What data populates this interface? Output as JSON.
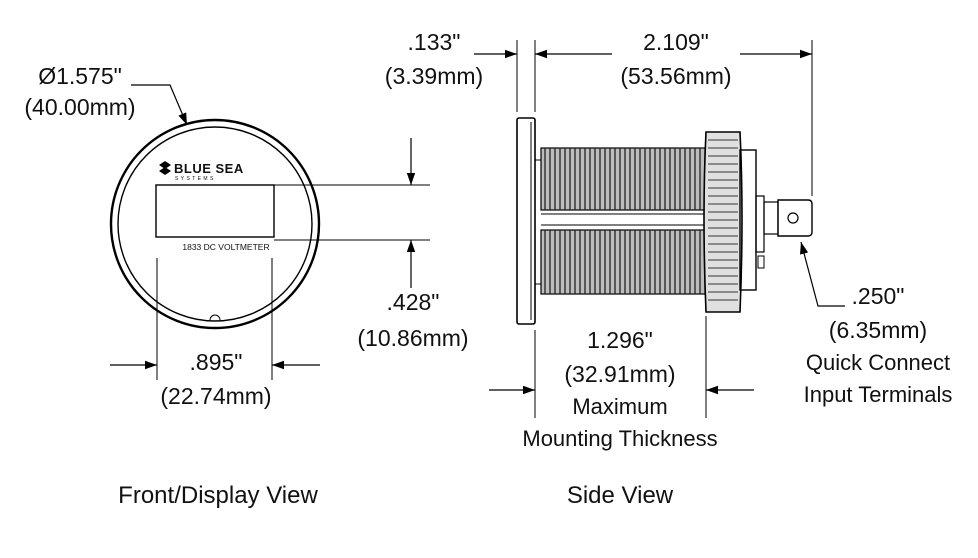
{
  "front_view": {
    "caption": "Front/Display View",
    "brand": "BLUE SEA",
    "brand_sub": "SYSTEMS",
    "model_label": "1833 DC VOLTMETER",
    "diameter": {
      "value": "Ø1.575\"",
      "metric": "(40.00mm)"
    },
    "display_height": {
      "value": ".428\"",
      "metric": "(10.86mm)"
    },
    "display_width": {
      "value": ".895\"",
      "metric": "(22.74mm)"
    }
  },
  "side_view": {
    "caption": "Side View",
    "flange_thickness": {
      "value": ".133\"",
      "metric": "(3.39mm)"
    },
    "body_length": {
      "value": "2.109\"",
      "metric": "(53.56mm)"
    },
    "mounting_thickness": {
      "value": "1.296\"",
      "metric": "(32.91mm)",
      "line1": "Maximum",
      "line2": "Mounting Thickness"
    },
    "terminal": {
      "value": ".250\"",
      "metric": "(6.35mm)",
      "line1": "Quick Connect",
      "line2": "Input Terminals"
    }
  }
}
